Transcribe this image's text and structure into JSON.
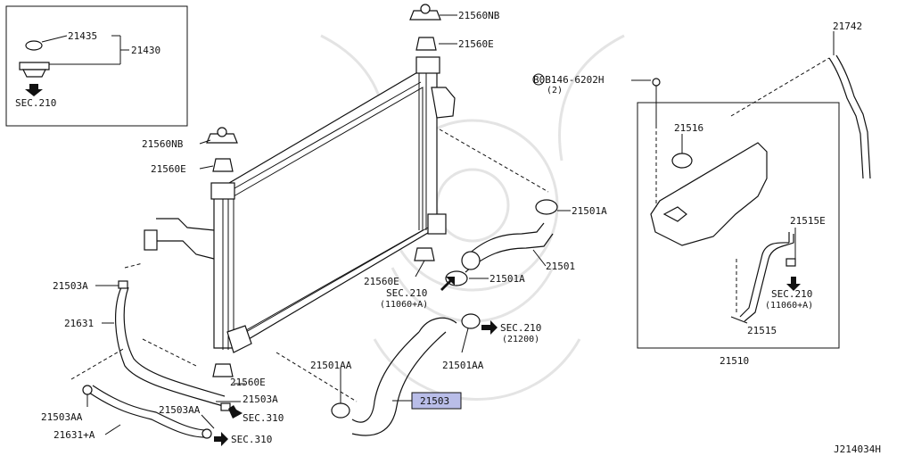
{
  "diagram": {
    "inset": {
      "cap_seal": "21435",
      "cap_assembly": "21430",
      "sec_ref": "SEC.210"
    },
    "labels": {
      "bracket_nb_top": "21560NB",
      "mount_e_top": "21560E",
      "bracket_nb_left": "21560NB",
      "mount_e_left": "21560E",
      "mount_e_center": "21560E",
      "mount_e_bottom": "21560E",
      "bolt": "B0B146-6202H",
      "bolt_qty": "(2)",
      "tank_hose_top": "21742",
      "tank_cap": "21516",
      "clamp_tank": "21515E",
      "clamp_upper_right": "21501A",
      "clamp_upper_mid": "21501A",
      "upper_hose": "21501",
      "sec210_a": "SEC.210",
      "sec210_a_sub": "(11060+A)",
      "sec210_b": "SEC.210",
      "sec210_b_sub": "(21200)",
      "clamp_aa_mid": "21501AA",
      "clamp_aa_left": "21501AA",
      "lower_hose": "21503",
      "clamp_a_left": "21503A",
      "hose_21631": "21631",
      "clamp_a_lower": "21503A",
      "sec310_a": "SEC.310",
      "clamp_aa_lower": "21503AA",
      "clamp_aa_far_left": "21503AA",
      "hose_21631a": "21631+A",
      "sec310_b": "SEC.310",
      "sec210_c": "SEC.210",
      "sec210_c_sub": "(11060+A)",
      "tank_hose": "21515",
      "reservoir": "21510",
      "diagram_id": "J214034H"
    },
    "highlight_color": "#b9bde8"
  }
}
